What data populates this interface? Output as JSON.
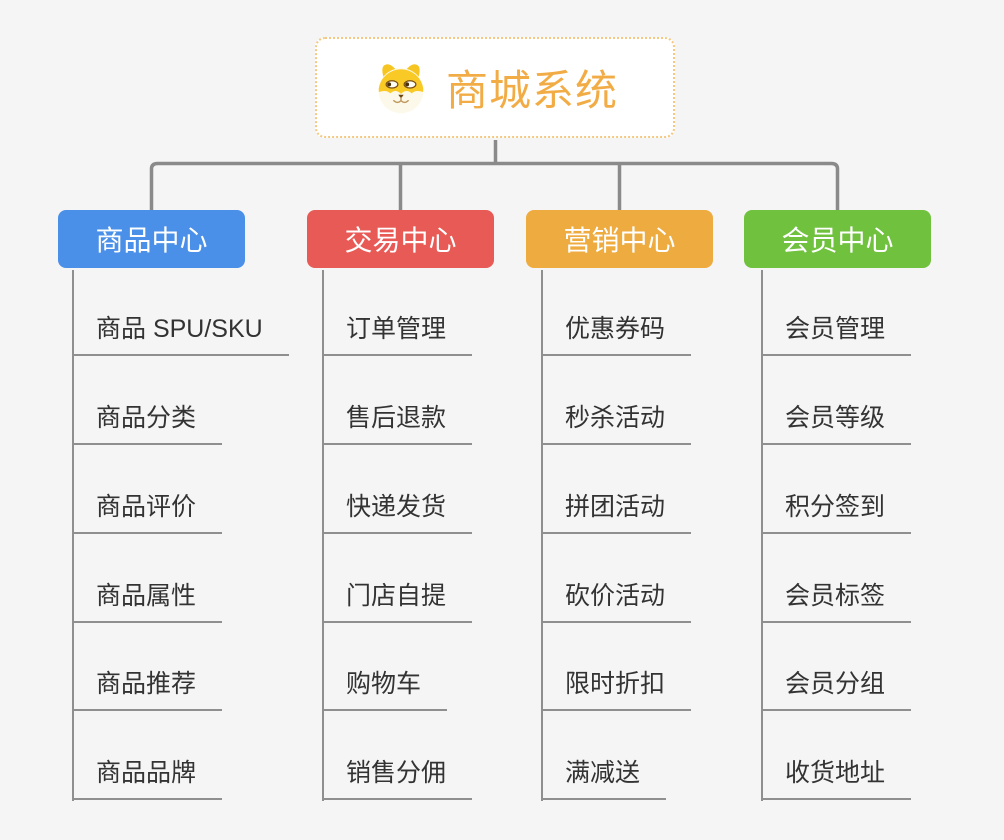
{
  "app": {
    "background_color": "#f5f5f5",
    "connector_color": "#8a8a8a"
  },
  "root": {
    "title": "商城系统",
    "icon": "dog-face-icon",
    "text_color": "#f2ac46",
    "border_color": "#f6c87f"
  },
  "branches": [
    {
      "label": "商品中心",
      "color": "#4a90e8",
      "children": [
        "商品 SPU/SKU",
        "商品分类",
        "商品评价",
        "商品属性",
        "商品推荐",
        "商品品牌"
      ]
    },
    {
      "label": "交易中心",
      "color": "#e85a55",
      "children": [
        "订单管理",
        "售后退款",
        "快递发货",
        "门店自提",
        "购物车",
        "销售分佣"
      ]
    },
    {
      "label": "营销中心",
      "color": "#eeab3f",
      "children": [
        "优惠券码",
        "秒杀活动",
        "拼团活动",
        "砍价活动",
        "限时折扣",
        "满减送"
      ]
    },
    {
      "label": "会员中心",
      "color": "#6fc13e",
      "children": [
        "会员管理",
        "会员等级",
        "积分签到",
        "会员标签",
        "会员分组",
        "收货地址"
      ]
    }
  ]
}
